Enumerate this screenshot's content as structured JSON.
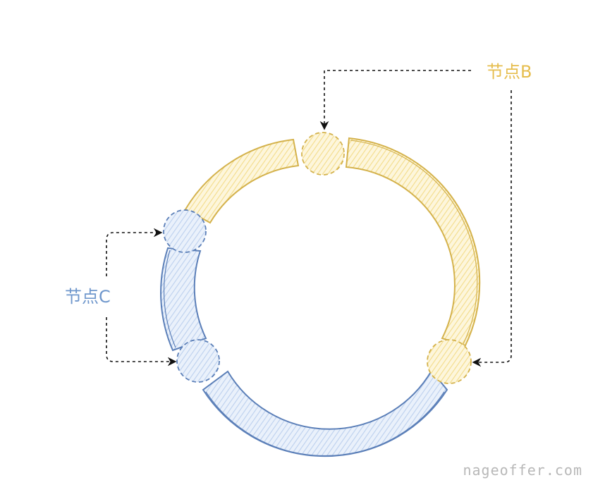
{
  "labels": {
    "node_b": "节点B",
    "node_c": "节点C"
  },
  "watermark": "nageoffer.com",
  "colors": {
    "yellow_stroke": "#d4b24c",
    "yellow_fill": "#f7e39a",
    "blue_stroke": "#5b7fb8",
    "blue_fill": "#c5d6ef",
    "arrow": "#111111"
  }
}
